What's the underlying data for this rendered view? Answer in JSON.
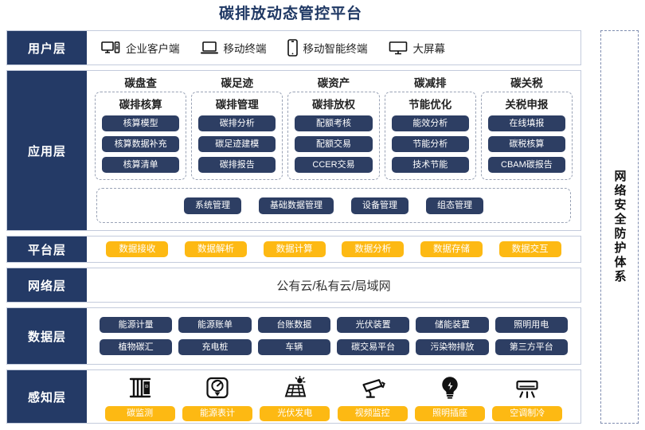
{
  "title": "碳排放动态管控平台",
  "security_sidebar": {
    "label": "网络安全防护体系"
  },
  "layers": {
    "user": {
      "label": "用户层",
      "items": [
        {
          "icon": "desktop-tower-icon",
          "label": "企业客户端"
        },
        {
          "icon": "laptop-icon",
          "label": "移动终端"
        },
        {
          "icon": "smartphone-icon",
          "label": "移动智能终端"
        },
        {
          "icon": "big-screen-icon",
          "label": "大屏幕"
        }
      ]
    },
    "application": {
      "label": "应用层",
      "groups": [
        {
          "title": "碳盘查",
          "subtitle": "碳排核算",
          "items": [
            "核算模型",
            "核算数据补充",
            "核算清单"
          ]
        },
        {
          "title": "碳足迹",
          "subtitle": "碳排管理",
          "items": [
            "碳排分析",
            "碳足迹建模",
            "碳排报告"
          ]
        },
        {
          "title": "碳资产",
          "subtitle": "碳排放权",
          "items": [
            "配额考核",
            "配额交易",
            "CCER交易"
          ]
        },
        {
          "title": "碳减排",
          "subtitle": "节能优化",
          "items": [
            "能效分析",
            "节能分析",
            "技术节能"
          ]
        },
        {
          "title": "碳关税",
          "subtitle": "关税申报",
          "items": [
            "在线填报",
            "碳税核算",
            "CBAM碳报告"
          ]
        }
      ],
      "management": [
        "系统管理",
        "基础数据管理",
        "设备管理",
        "组态管理"
      ]
    },
    "platform": {
      "label": "平台层",
      "items": [
        "数据接收",
        "数据解析",
        "数据计算",
        "数据分析",
        "数据存储",
        "数据交互"
      ]
    },
    "network": {
      "label": "网络层",
      "text": "公有云/私有云/局域网"
    },
    "data": {
      "label": "数据层",
      "row1": [
        "能源计量",
        "能源账单",
        "台账数据",
        "光伏装置",
        "储能装置",
        "照明用电"
      ],
      "row2": [
        "植物碳汇",
        "充电桩",
        "车辆",
        "碳交易平台",
        "污染物排放",
        "第三方平台"
      ]
    },
    "sense": {
      "label": "感知层",
      "items": [
        {
          "icon": "carbon-monitor-icon",
          "label": "碳监测"
        },
        {
          "icon": "energy-meter-icon",
          "label": "能源表计"
        },
        {
          "icon": "solar-panel-icon",
          "label": "光伏发电"
        },
        {
          "icon": "cctv-camera-icon",
          "label": "视频监控"
        },
        {
          "icon": "light-bulb-icon",
          "label": "照明插座"
        },
        {
          "icon": "air-conditioner-icon",
          "label": "空调制冷"
        }
      ]
    }
  },
  "colors": {
    "navy": "#243a66",
    "pill_navy": "#2d3e63",
    "yellow": "#fdb913",
    "title_blue": "#1f3864",
    "border": "#c3cbdc"
  }
}
